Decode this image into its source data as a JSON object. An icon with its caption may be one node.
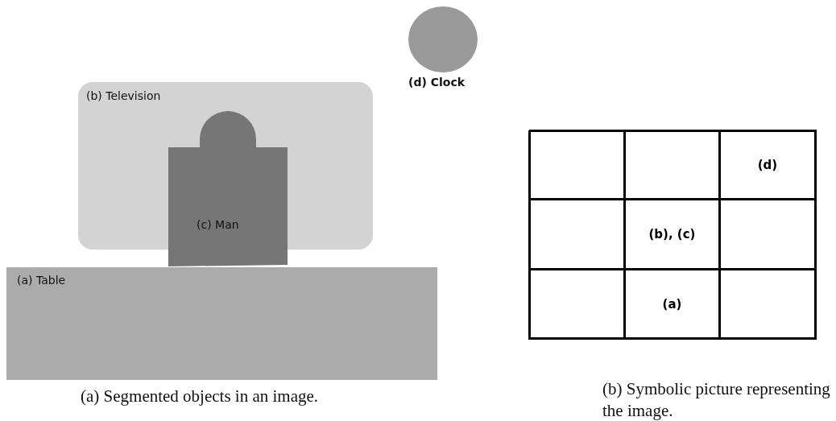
{
  "diagram": {
    "nodes": [
      {
        "text": [
          "(d) Clock"
        ]
      },
      {
        "text": [
          "(b) Television"
        ]
      },
      {
        "text": [
          "(c) Man"
        ]
      },
      {
        "text": [
          "(a) Table"
        ]
      }
    ],
    "labels": [
      "(d)",
      "(b), (c)",
      "(a)",
      "(a) Segmented objects in an image.",
      "(b) Symbolic picture representing the image."
    ]
  }
}
